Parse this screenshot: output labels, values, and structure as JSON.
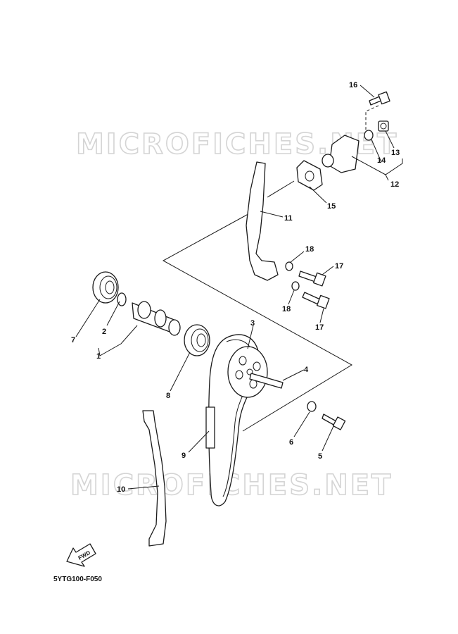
{
  "watermarks": [
    "MICROFICHES.NET",
    "MICROFICHES.NET"
  ],
  "diagram_code": "5YTG100-F050",
  "fwd_label": "FWD",
  "callouts": {
    "c1": "1",
    "c2": "2",
    "c3": "3",
    "c4": "4",
    "c5": "5",
    "c6": "6",
    "c7": "7",
    "c8": "8",
    "c9": "9",
    "c10": "10",
    "c11": "11",
    "c12": "12",
    "c13": "13",
    "c14": "14",
    "c15": "15",
    "c16": "16",
    "c17a": "17",
    "c17b": "17",
    "c18a": "18",
    "c18b": "18"
  }
}
